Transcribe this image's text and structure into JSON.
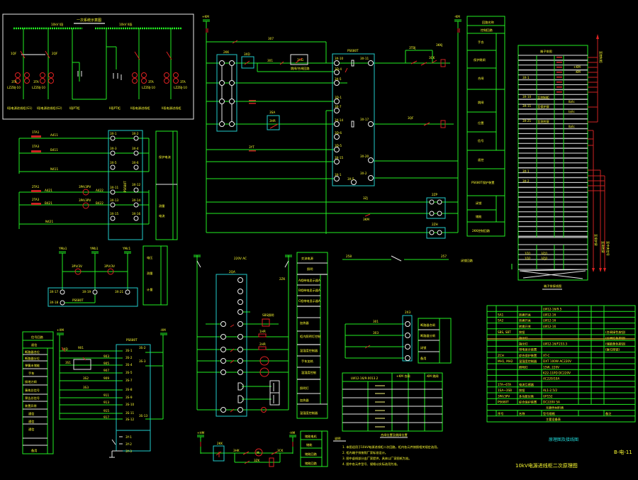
{
  "drawing": {
    "title": "10kV电源进线柜二次原理图",
    "sheet_no": "B-电-11",
    "project_label": "原理图及接线图",
    "overview_title": "一次系统示意图",
    "colors": {
      "background": "#000000",
      "wire": "#22ee22",
      "device_box": "#22cccc",
      "contact": "#dd2222",
      "terminal": "#eeeeee",
      "text": "#ffff33",
      "frame": "#e8e8e8"
    }
  },
  "primary": {
    "bus_left": "10kV I段",
    "bus_right": "10kV II段",
    "breakers": [
      "1QF",
      "2QF"
    ],
    "ct_labels": [
      "3TA",
      "3TA",
      "3TA",
      "3TA"
    ],
    "ct_types": [
      "LZZBJ-10",
      "LZZBJ-10",
      "LZZBJ-10",
      "LZZBJ-10"
    ],
    "feeders": [
      "I段电源进线柜(G1)",
      "I段电源进线柜(G2)",
      "I段PT柜",
      "II段PT柜",
      "II段电源进线柜",
      "II段电源进线柜"
    ]
  },
  "control_circuit": {
    "dc_plus": "+KM",
    "dc_minus": "-KM",
    "relay_device": "PS680T",
    "switch_box": "2KK",
    "nodes": [
      "3XD",
      "2KK",
      "3QF",
      "3HG",
      "3HR",
      "3YT",
      "3YC",
      "3TBJ",
      "3CK",
      "3SA",
      "3KKJ"
    ],
    "wire_labels": [
      "307",
      "301",
      "303",
      "305",
      "337",
      "339",
      "308",
      "309",
      "310",
      "311"
    ],
    "terminal_labels_left": [
      "3X-10",
      "3D-4",
      "3X-5",
      "3D-1",
      "3X-7",
      "3X-14",
      "3D-6",
      "3D-5",
      "3X-15",
      "3X-1"
    ],
    "terminal_labels_right": [
      "3X-11",
      "3X-17",
      "3X-20",
      "3X-2",
      "3X-5"
    ],
    "trip_note": "跳闸/合闸回路",
    "aux_labels": [
      "3ZJ",
      "3KM",
      "3QF"
    ],
    "right_boxes": [
      "2ZP",
      "2ZH"
    ]
  },
  "function_column": {
    "header": "回路名称",
    "subheader": "控制回路",
    "items": [
      "手合",
      "保护跳闸",
      "合闸",
      "跳闸",
      "位置",
      "信号",
      "遥控",
      "PS680T保护装置",
      "闭锁",
      "储能",
      "2KK控制回路"
    ]
  },
  "terminal_block": {
    "title": "端子排图",
    "footer": "端子排接线图",
    "labels": [
      "3X-1",
      "3X-10",
      "3X-11",
      "3X-21",
      "3X-1",
      "3X-2",
      "1D1",
      "1D2",
      "3ZJ1",
      "3ZJ2"
    ],
    "side_notes": [
      "至控制柜",
      "至保护屏",
      "至测控屏",
      "至中央信号"
    ],
    "right_labels": [
      "+KM",
      "-KM",
      "Ib/Ic",
      "Ia/Ic",
      "Ib/Ic"
    ]
  },
  "current_circuit": {
    "ct_labels": [
      "1TA1",
      "1TA3",
      "2TA1",
      "2TA3"
    ],
    "wire_labels": [
      "A411",
      "B411",
      "N411",
      "A421",
      "B421",
      "N421",
      "A422",
      "B422"
    ],
    "meters": [
      "3PA/3PV",
      "3PA/3PV"
    ],
    "device": "PS680T",
    "terminals_left": [
      "3X-1",
      "3X-3",
      "3X-5",
      "3X-11",
      "3X-13",
      "3X-15"
    ],
    "terminals_right": [
      "3X-2",
      "3X-4",
      "3X-6",
      "3X-12",
      "3X-14",
      "3X-16"
    ],
    "side_labels": [
      "保护电流",
      "测量",
      "电流"
    ]
  },
  "voltage_circuit": {
    "pt_labels": [
      "YMa1",
      "YMb1",
      "YMc1"
    ],
    "meters": [
      "3PV/3V",
      "3PV/3V"
    ],
    "terminals": [
      "3X-17",
      "3X-19",
      "3X-21",
      "3X-18"
    ],
    "device": "PS680T",
    "side_labels": [
      "电压",
      "测量",
      "计量"
    ]
  },
  "signal_circuit": {
    "dc_plus": "+XM",
    "dc_minus": "-XM",
    "device": "PS680T",
    "wire_labels": [
      "901",
      "903",
      "905",
      "907",
      "909",
      "911",
      "913",
      "915",
      "917",
      "919"
    ],
    "left_labels": [
      "3XD",
      "3S1",
      "3S2",
      "3S3"
    ],
    "terminals_left": [
      "3S-1",
      "3S-2",
      "3S-4",
      "3S-5",
      "3S-7",
      "3S-8",
      "3S-9",
      "3S-10",
      "3S-11",
      "3S-12",
      "3Y-1",
      "3Y-2",
      "3Y-3"
    ],
    "terminals_right": [
      "3S-2",
      "3S-3",
      "3S-13"
    ],
    "column_header": "信号回路",
    "column_sub": "遥信",
    "column_items": [
      "断路器合位",
      "断路器分位",
      "弹簧未储能",
      "手车",
      "手车",
      "接地刀闸",
      "事故总信号",
      "预告总信号",
      "装置异常",
      "通信",
      "通信",
      "通信",
      "备用"
    ]
  },
  "ac_circuit": {
    "supply": "220V AC",
    "switch_box": "2QA",
    "labels": [
      "1ZK",
      "2ZK",
      "SBS照明",
      "1HR",
      "2HR"
    ],
    "column_items": [
      "交流电源",
      "照明",
      "A相带电显示器A",
      "B相带电显示器A",
      "C相带电显示器A",
      "加热器",
      "柜内照明灯控制",
      "温湿度控制器",
      "手车加热",
      "温湿度控制",
      "照明灯",
      "加热器",
      "温湿度控制器"
    ]
  },
  "storage_circuit": {
    "dc_plus": "+HM",
    "dc_minus": "-HM",
    "switch_box": "2KK",
    "labels": [
      "3HK",
      "3CK",
      "3ZK"
    ],
    "column_items": [
      "储能电机",
      "储能",
      "储能回路",
      "储能回路"
    ]
  },
  "interlock_circuit": {
    "wire_left": "258",
    "wire_right": "257",
    "note": "闭锁回路",
    "device": "2X3",
    "wire_labels": [
      "301",
      "303"
    ],
    "column_items": [
      "断路器合闸",
      "断路器分闸",
      "闭锁",
      "备用"
    ]
  },
  "small_table": {
    "headers": [
      "LW12-16/9.0013.2",
      "+KM 合闸",
      "",
      "-KM 跳闸"
    ],
    "rows": 6,
    "footer": "合闸位置及跳闸位置"
  },
  "notes": {
    "title": "说明",
    "lines": [
      "1. 本图适用于10kV电源进线柜二次回路，柜内各元件按照相关规定选用。",
      "2. 柜内端子排按照厂家标准设计。",
      "3. 图中虚线部分由厂家提供，具体以厂家图纸为准。",
      "4. 图中各元件型号、规格以实际选用为准。"
    ]
  },
  "bom": {
    "rows": [
      [
        "",
        "",
        "",
        "LW12-16/9.5",
        "",
        "",
        ""
      ],
      [
        "",
        "SA1",
        "转换开关",
        "LW12-16",
        "",
        "",
        ""
      ],
      [
        "",
        "SA2",
        "转换开关",
        "LW12-16",
        "",
        "",
        ""
      ],
      [
        "",
        "",
        "转换开关",
        "LW12-16",
        "",
        "",
        ""
      ],
      [
        "",
        "SBS, SBT",
        "按钮",
        "",
        "",
        "",
        "(合闸绿色按钮)"
      ],
      [
        "",
        "",
        "指示灯",
        "",
        "",
        "",
        "(分闸红色按钮)"
      ],
      [
        "",
        "",
        "指示灯",
        "LW12-16/F233.3",
        "",
        "",
        "(储能黄色按钮)"
      ],
      [
        "",
        "",
        "带电显示装置",
        "",
        "",
        "",
        "(复位按钮)"
      ],
      [
        "",
        "ZCH",
        "综合保护装置",
        "XT-C",
        "",
        "",
        ""
      ],
      [
        "",
        "MH1, MH2",
        "温湿度控制器",
        "DXT 100W AC220V",
        "",
        "",
        ""
      ],
      [
        "",
        "",
        "照明灯",
        "15W, 220V",
        "",
        "",
        ""
      ],
      [
        "",
        "",
        "",
        "K22-11PD DC220V",
        "",
        "",
        ""
      ],
      [
        "",
        "",
        "",
        "AC220/10A",
        "",
        "",
        ""
      ],
      [
        "",
        "1TA~6TA",
        "电流互感器",
        "",
        "",
        "",
        ""
      ],
      [
        "",
        "1SA~3SB",
        "按钮",
        "AL1-2.5/2",
        "",
        "",
        ""
      ],
      [
        "",
        "3PA/3PV",
        "多功能仪表",
        "UP152",
        "",
        "",
        ""
      ],
      [
        "",
        "PS680T",
        "综合保护装置",
        "DC220V 5A",
        "",
        "",
        ""
      ],
      [
        "",
        "",
        "",
        "元器件材料表",
        "",
        "",
        ""
      ],
      [
        "",
        "序号",
        "名称",
        "型号规格",
        "",
        "",
        "备注"
      ],
      [
        "",
        "",
        "",
        "主要设备表",
        "",
        "",
        ""
      ]
    ]
  }
}
